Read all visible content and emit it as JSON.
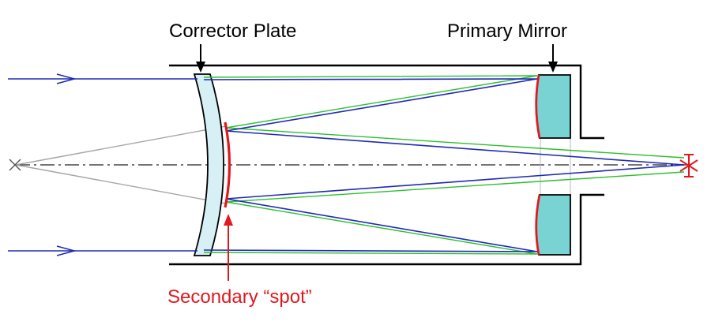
{
  "labels": {
    "corrector_plate": "Corrector Plate",
    "primary_mirror": "Primary Mirror",
    "secondary_spot": "Secondary “spot”"
  },
  "colors": {
    "background": "#ffffff",
    "tube": "#000000",
    "incoming_ray": "#1f2bb5",
    "green_ray": "#2fbf2f",
    "blue_ray": "#1f2bb5",
    "grey_ray": "#a6a6a6",
    "glass_fill": "#d6f0f5",
    "mirror_fill": "#79d3d3",
    "secondary_spot": "#e0191f",
    "label_text": "#000000",
    "secondary_label_text": "#e0191f"
  }
}
